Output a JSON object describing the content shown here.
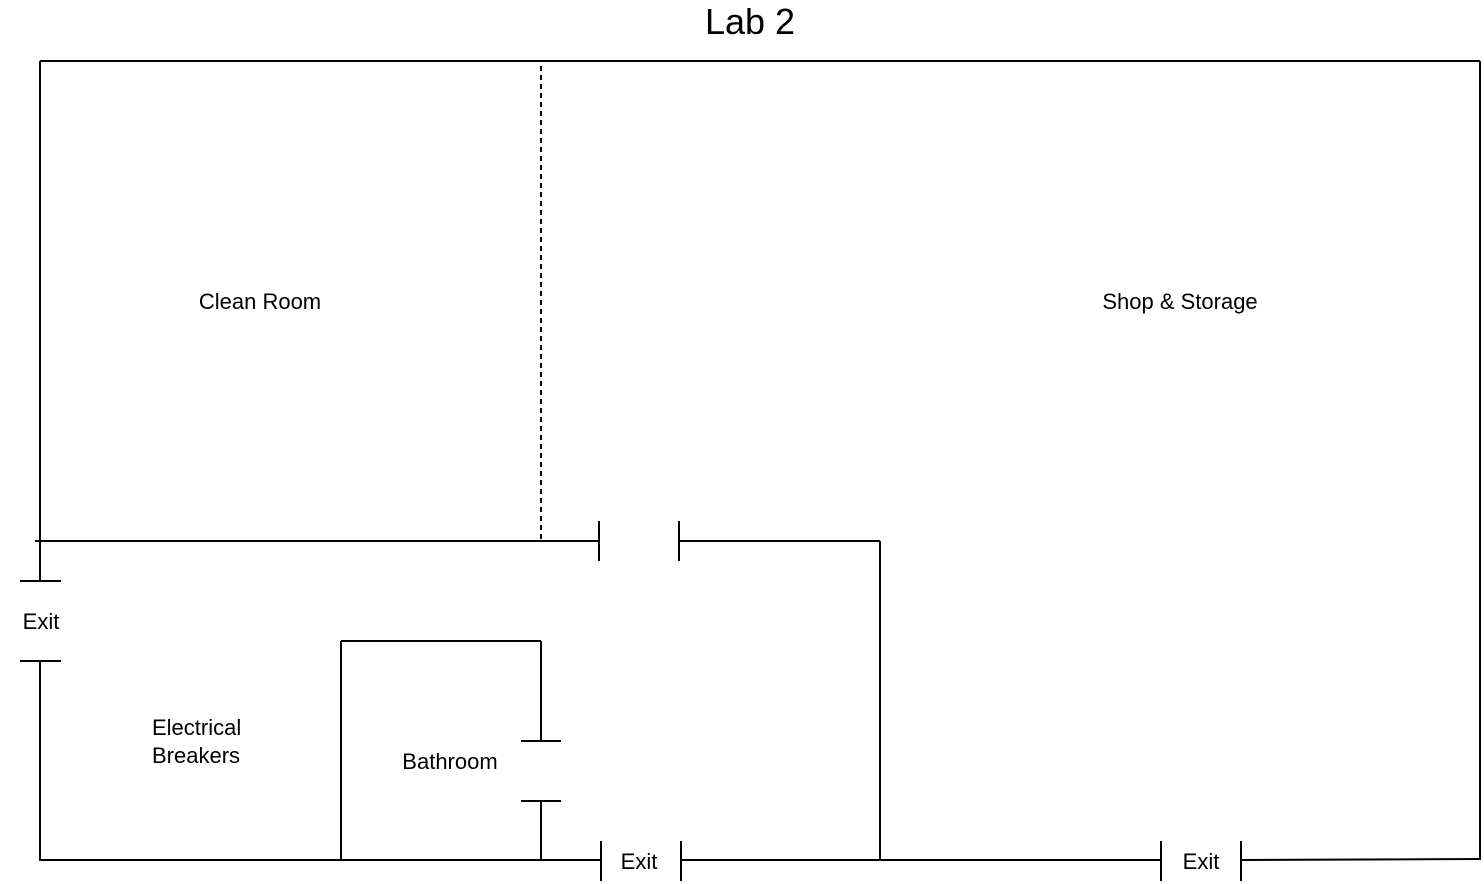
{
  "title": "Lab 2",
  "rooms": {
    "clean_room": "Clean Room",
    "shop_storage": "Shop & Storage",
    "electrical_line1": "Electrical",
    "electrical_line2": "Breakers",
    "bathroom": "Bathroom"
  },
  "exits": {
    "left": "Exit",
    "bottom_center": "Exit",
    "bottom_right": "Exit"
  }
}
